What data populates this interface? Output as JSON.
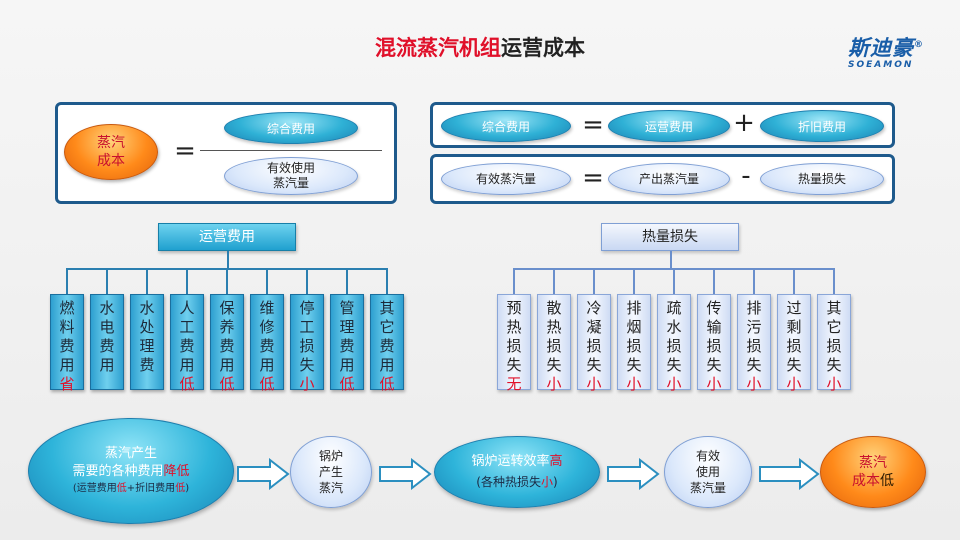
{
  "title": {
    "red_part": "混流蒸汽机组",
    "black_part": "运营成本"
  },
  "logo": {
    "cn": "斯迪豪",
    "reg": "®",
    "en": "SOEAMON"
  },
  "formula_left": {
    "result": [
      "蒸汽",
      "成本"
    ],
    "equals": "=",
    "numerator": "综合费用",
    "denominator": [
      "有效使用",
      "蒸汽量"
    ]
  },
  "formula_right_1": {
    "a": "综合费用",
    "eq": "=",
    "b": "运营费用",
    "op": "+",
    "c": "折旧费用"
  },
  "formula_right_2": {
    "a": "有效蒸汽量",
    "eq": "=",
    "b": "产出蒸汽量",
    "op": "-",
    "c": "热量损失"
  },
  "operating_cost": {
    "header": "运营费用",
    "items": [
      {
        "text": "燃料费用",
        "suffix": "省"
      },
      {
        "text": "水电费用",
        "suffix": ""
      },
      {
        "text": "水处理费",
        "suffix": ""
      },
      {
        "text": "人工费用",
        "suffix": "低"
      },
      {
        "text": "保养费用",
        "suffix": "低"
      },
      {
        "text": "维修费用",
        "suffix": "低"
      },
      {
        "text": "停工损失",
        "suffix": "小"
      },
      {
        "text": "管理费用",
        "suffix": "低"
      },
      {
        "text": "其它费用",
        "suffix": "低"
      }
    ]
  },
  "heat_loss": {
    "header": "热量损失",
    "items": [
      {
        "text": "预热损失",
        "suffix": "无"
      },
      {
        "text": "散热损失",
        "suffix": "小"
      },
      {
        "text": "冷凝损失",
        "suffix": "小"
      },
      {
        "text": "排烟损失",
        "suffix": "小"
      },
      {
        "text": "疏水损失",
        "suffix": "小"
      },
      {
        "text": "传输损失",
        "suffix": "小"
      },
      {
        "text": "排污损失",
        "suffix": "小"
      },
      {
        "text": "过剩损失",
        "suffix": "小"
      },
      {
        "text": "其它损失",
        "suffix": "小"
      }
    ]
  },
  "flow": {
    "step1": {
      "line1": "蒸汽产生",
      "line2_a": "需要的各种费用",
      "line2_b": "降低",
      "line3_a": "(运营费用",
      "line3_b": "低",
      "line3_c": "+折旧费用",
      "line3_d": "低",
      "line3_e": ")"
    },
    "step2": [
      "锅炉",
      "产生",
      "蒸汽"
    ],
    "step3": {
      "line1_a": "锅炉运转效率",
      "line1_b": "高",
      "line2_a": "(各种热损失",
      "line2_b": "小",
      "line2_c": ")"
    },
    "step4": [
      "有效",
      "使用",
      "蒸汽量"
    ],
    "step5": {
      "line1": "蒸汽",
      "line2_a": "成本",
      "line2_b": "低"
    }
  }
}
